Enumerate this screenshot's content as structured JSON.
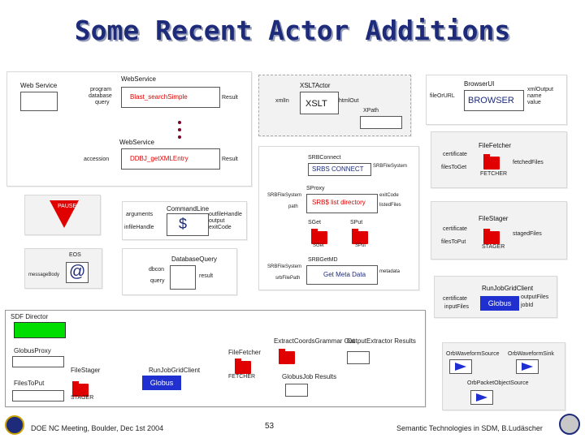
{
  "title": "Some Recent Actor Additions",
  "webservice": {
    "header1": "WebService",
    "node_label1": "Web Service",
    "in_program": "program",
    "in_database": "database",
    "in_query": "query",
    "blast": "Blast_searchSimple",
    "out_result1": "Result",
    "header2": "WebService",
    "in_accession": "accession",
    "ddbj": "DDBJ_getXMLEntry",
    "out_result2": "Result"
  },
  "xslt": {
    "header": "XSLTActor",
    "in": "xmlIn",
    "out": "htmlOut",
    "body": "XSLT",
    "xpath": "XPath"
  },
  "browser": {
    "header": "BrowserUI",
    "in": "fileOrURL",
    "out1": "xmlOutput",
    "out2": "name",
    "out3": "value",
    "body": "BROWSER"
  },
  "pause": {
    "label": "PAUSE"
  },
  "cmdline": {
    "header": "CommandLine",
    "in1": "arguments",
    "in2": "infileHandle",
    "out1": "outfileHandle",
    "out2": "output",
    "out3": "exitCode",
    "glyph": "$"
  },
  "email": {
    "header": "EOS",
    "in": "messageBody",
    "glyph": "@"
  },
  "dbquery": {
    "header": "DatabaseQuery",
    "in1": "dbcon",
    "in2": "query",
    "out": "result"
  },
  "srb": {
    "connect_header": "SRBConnect",
    "connect_body": "SRBS CONNECT",
    "connect_out": "SRBFileSystem",
    "proxy_header": "SProxy",
    "proxy_in1": "SRBFileSystem",
    "proxy_in2": "path",
    "proxy_body": "SRB$ list directory",
    "proxy_out1": "exitCode",
    "proxy_out2": "listedFiles",
    "sget": "SGet",
    "sput": "SPut",
    "sget_sub": "SGet",
    "sput_sub": "SPut",
    "getmd_header": "SRBGetMD",
    "getmd_in1": "SRBFileSystem",
    "getmd_in2": "srbFilePath",
    "getmd_body": "Get Meta Data",
    "getmd_out": "metadata"
  },
  "filefetcher": {
    "header": "FileFetcher",
    "in1": "certificate",
    "in2": "filesToGet",
    "out": "fetchedFiles",
    "body": "FETCHER"
  },
  "filestager": {
    "header": "FileStager",
    "in1": "certificate",
    "in2": "filesToPut",
    "out": "stagedFiles",
    "body": "STAGER"
  },
  "runjob": {
    "header": "RunJobGridClient",
    "in1": "certificate",
    "in2": "inputFiles",
    "out1": "outputFiles",
    "out2": "jobId",
    "body": "Globus"
  },
  "workflow": {
    "director": "SDF Director",
    "globus_proxy": "GlobusProxy",
    "file_stager": "FileStager",
    "run_job": "RunJobGridClient",
    "globus": "Globus",
    "stager": "STAGER",
    "files_to_put": "FilesToPut",
    "file_fetcher": "FileFetcher",
    "fetcher": "FETCHER",
    "extract": "ExtractCoordsGrammar Out",
    "output_extractor": "OutputExtractor Results",
    "globus_job": "GlobusJob Results"
  },
  "orb": {
    "source": "OrbWaveformSource",
    "sink": "OrbWaveformSink",
    "packet": "OrbPacketObjectSource"
  },
  "footer": {
    "left": "DOE NC Meeting, Boulder, Dec 1st 2004",
    "page": "53",
    "right": "Semantic Technologies in SDM, B.Ludäscher"
  },
  "colors": {
    "title": "#1d2b7a",
    "accent_red": "#e00000",
    "globus_blue": "#1f2fd0",
    "director_green": "#00dd00"
  }
}
